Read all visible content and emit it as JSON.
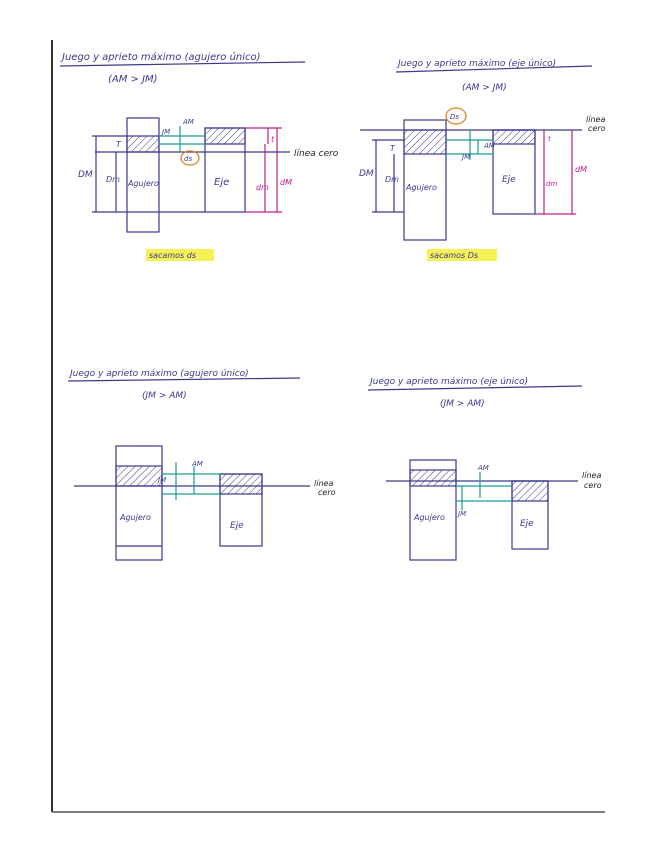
{
  "page": {
    "ink_color": "#3a3a8c",
    "magenta_color": "#c21d8a",
    "teal_color": "#1a9a9a",
    "orange_color": "#e07a1a",
    "highlight_color": "#f4ee3a"
  },
  "diagram1": {
    "title": "Juego y aprieto máximo (agujero único)",
    "condition": "(AM > JM)",
    "label_dM_left": "DM",
    "label_dm_left": "Dm",
    "label_T": "T",
    "label_hole": "Agujero",
    "label_JM": "JM",
    "label_AM": "AM",
    "label_ds": "ds",
    "label_zero_line": "línea cero",
    "label_shaft": "Eje",
    "label_t": "t",
    "label_dm": "dm",
    "label_dM": "dM",
    "note": "sacamos ds"
  },
  "diagram2": {
    "title": "Juego y aprieto máximo (eje único)",
    "condition": "(AM > JM)",
    "label_Ds": "Ds",
    "label_zero_line_1": "línea",
    "label_zero_line_2": "cero",
    "label_DM": "DM",
    "label_Dm": "Dm",
    "label_T": "T",
    "label_hole": "Agujero",
    "label_AM": "AM",
    "label_JM": "JM",
    "label_shaft": "Eje",
    "label_t": "t",
    "label_dm": "dm",
    "label_dM": "dM",
    "note": "sacamos Ds"
  },
  "diagram3": {
    "title": "Juego y aprieto máximo (agujero único)",
    "condition": "(JM > AM)",
    "label_AM": "AM",
    "label_JM": "JM",
    "label_zero_line_1": "línea",
    "label_zero_line_2": "cero",
    "label_hole": "Agujero",
    "label_shaft": "Eje"
  },
  "diagram4": {
    "title": "Juego y aprieto máximo (eje único)",
    "condition": "(JM > AM)",
    "label_AM": "AM",
    "label_JM": "JM",
    "label_zero_line_1": "línea",
    "label_zero_line_2": "cero",
    "label_hole": "Agujero",
    "label_shaft": "Eje"
  }
}
